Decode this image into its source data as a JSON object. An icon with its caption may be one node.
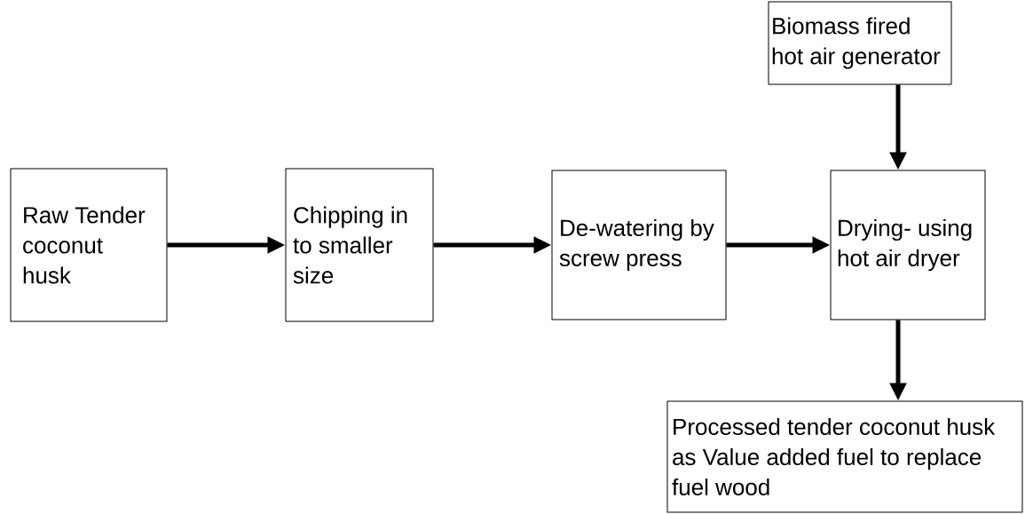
{
  "diagram": {
    "nodes": [
      {
        "text": [
          "Raw Tender coconut husk"
        ]
      },
      {
        "text": [
          "Chipping in to smaller size"
        ]
      },
      {
        "text": [
          "De-watering by screw press"
        ]
      },
      {
        "text": [
          "Biomass fired hot air generator"
        ]
      },
      {
        "text": [
          "Drying- using hot air dryer"
        ]
      },
      {
        "text": [
          "Processed tender coconut husk as Value added fuel to replace fuel wood"
        ]
      }
    ],
    "edges": [
      {
        "from": 0,
        "to": 1,
        "arrow": "to"
      },
      {
        "from": 1,
        "to": 2,
        "arrow": "to"
      },
      {
        "from": 2,
        "to": 4,
        "arrow": "to"
      },
      {
        "from": 3,
        "to": 4,
        "arrow": "to"
      },
      {
        "from": 4,
        "to": 5,
        "arrow": "to"
      }
    ]
  }
}
